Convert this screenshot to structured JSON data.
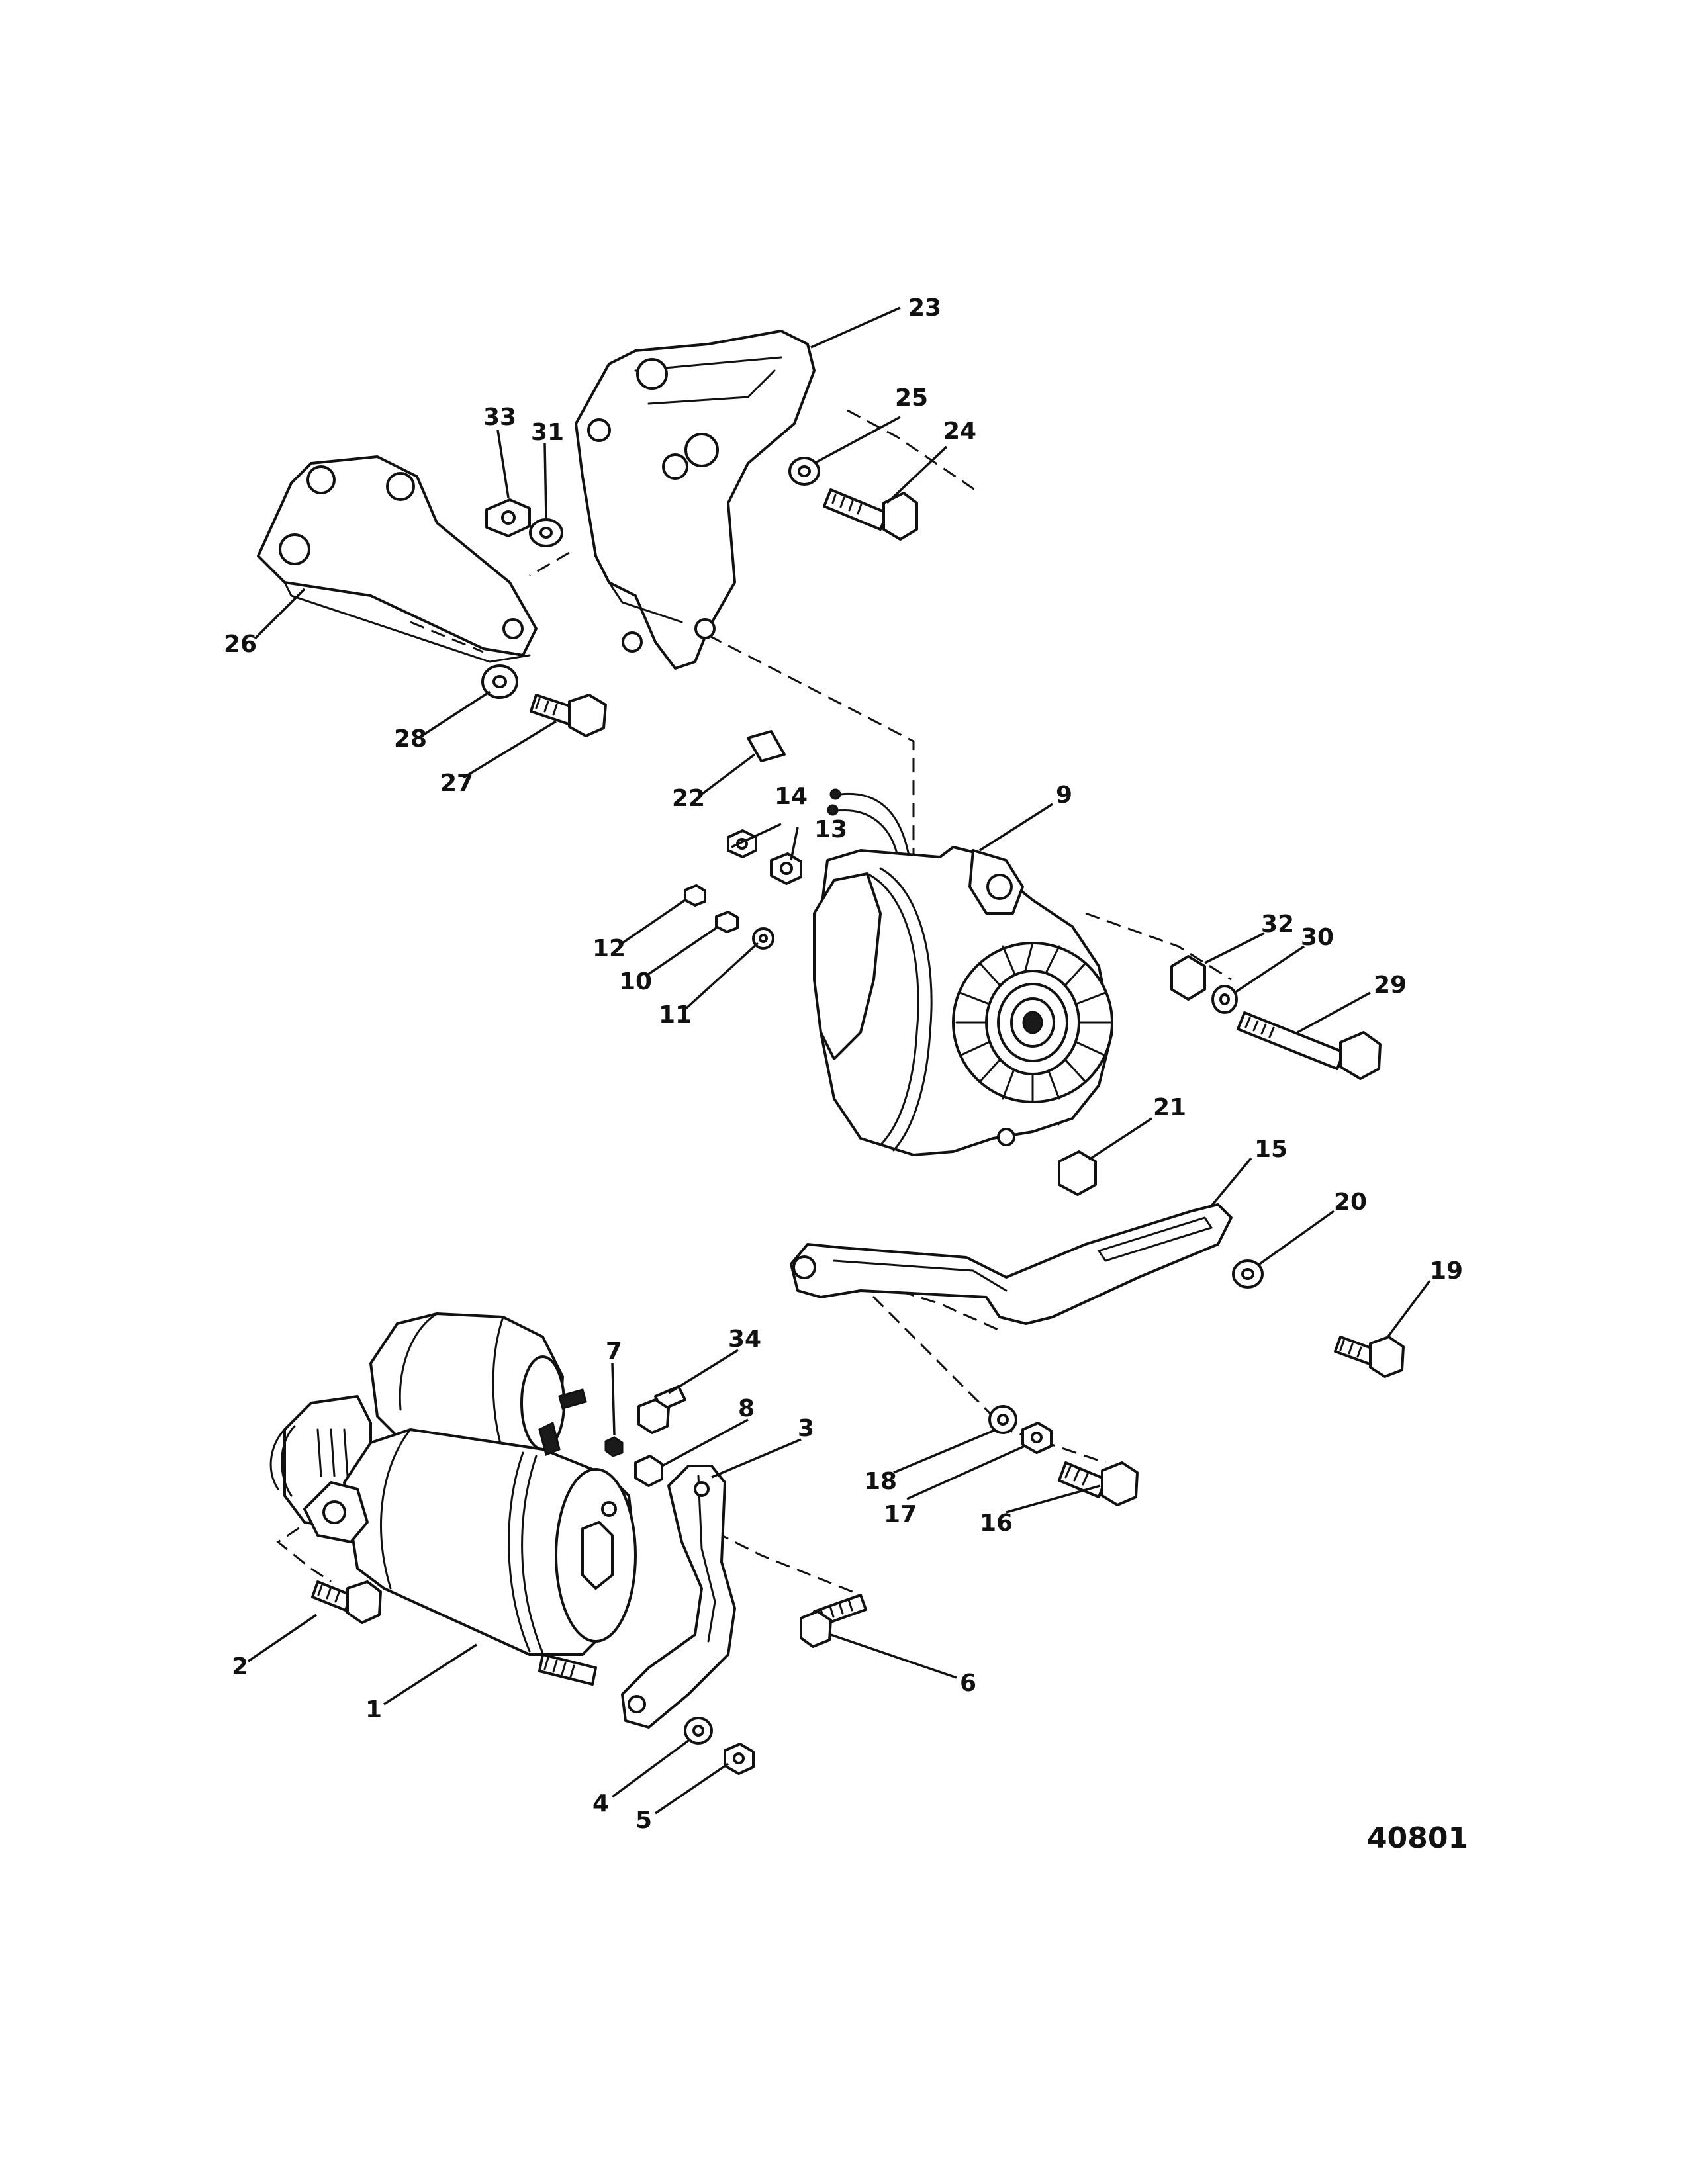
{
  "figure_number": "40801",
  "callouts": [
    "1",
    "2",
    "3",
    "4",
    "5",
    "6",
    "7",
    "8",
    "9",
    "10",
    "11",
    "12",
    "13",
    "14",
    "15",
    "16",
    "17",
    "18",
    "19",
    "20",
    "21",
    "22",
    "23",
    "24",
    "25",
    "26",
    "27",
    "28",
    "29",
    "30",
    "31",
    "32",
    "33",
    "34"
  ]
}
